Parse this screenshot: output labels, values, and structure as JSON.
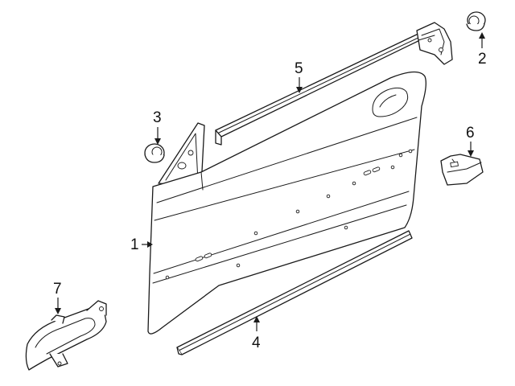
{
  "diagram": {
    "callouts": [
      "1",
      "2",
      "3",
      "4",
      "5",
      "6",
      "7"
    ]
  },
  "colors": {
    "line": "#1a1a1a",
    "background": "#ffffff"
  }
}
